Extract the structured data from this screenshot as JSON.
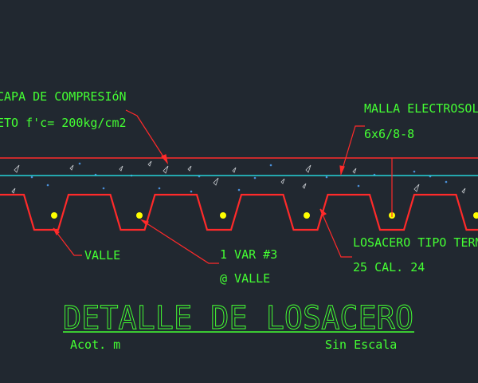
{
  "drawing": {
    "background": "#212830",
    "colors": {
      "red": "#ff2a2a",
      "cyan": "#25d2d8",
      "green": "#44ff33",
      "yellow": "#ffff00",
      "gray": "#c8ccd0",
      "speck": "#4a8fd8"
    },
    "annotations": {
      "compression_line1": "CAPA DE COMPRESIóN",
      "compression_line2": "ETO f'c= 200kg/cm2",
      "mesh_line1": "MALLA ELECTROSOL",
      "mesh_line2": "6x6/8-8",
      "valley": "VALLE",
      "rebar_line1": "1 VAR #3",
      "rebar_line2": "@ VALLE",
      "deck_line1": "LOSACERO TIPO TERM",
      "deck_line2": "25 CAL. 24"
    },
    "title": {
      "main": "DETALLE DE LOSACERO",
      "units": "Acot. m",
      "scale": "Sin Escala"
    }
  }
}
